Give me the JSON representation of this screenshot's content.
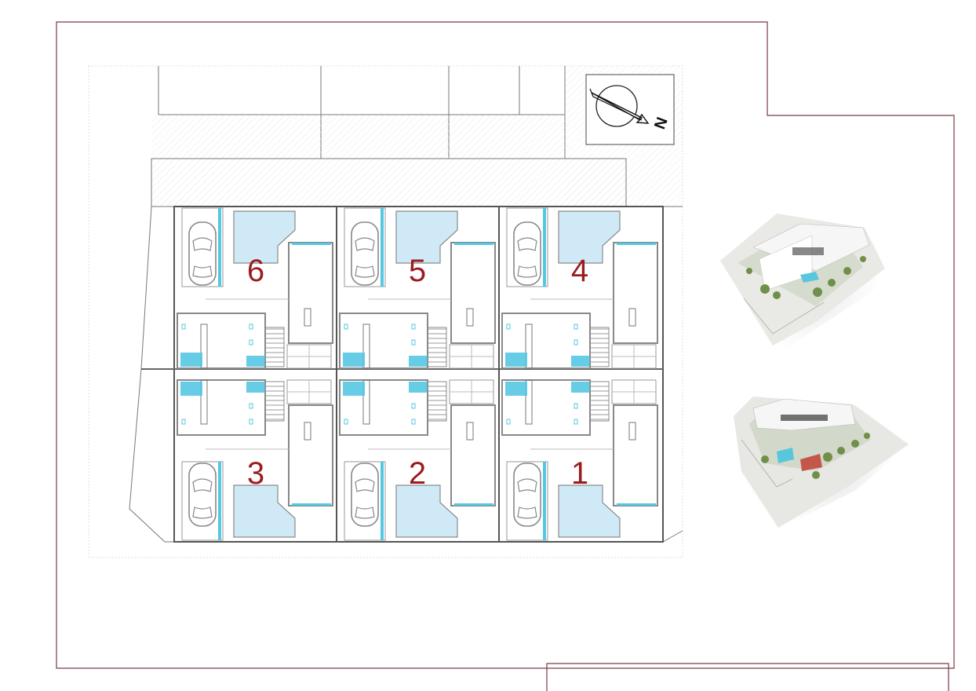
{
  "plan": {
    "north_label": "N",
    "units": [
      {
        "number": "6"
      },
      {
        "number": "5"
      },
      {
        "number": "4"
      },
      {
        "number": "3"
      },
      {
        "number": "2"
      },
      {
        "number": "1"
      }
    ]
  },
  "colors": {
    "frame_line": "#7a3a44",
    "wall": "#9a9a9a",
    "pool": "#cfeaf6",
    "bath_fixture": "#56c7e3",
    "unit_number": "#9b1c1f",
    "render_white": "#f2f2f2",
    "render_green": "#6f8f4a"
  },
  "renders": [
    {
      "name": "aerial-render-1"
    },
    {
      "name": "aerial-render-2"
    }
  ]
}
